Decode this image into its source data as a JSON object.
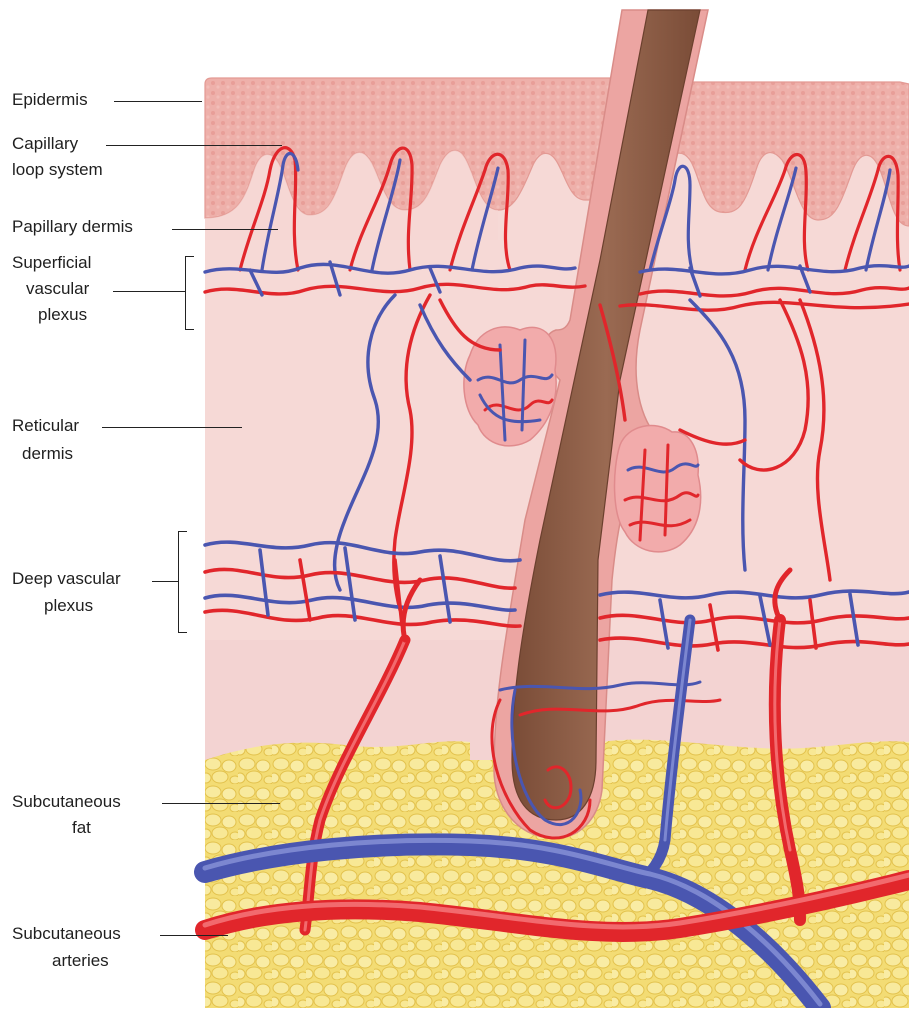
{
  "labels": {
    "epidermis": "Epidermis",
    "capillary_1": "Capillary",
    "capillary_2": "loop system",
    "papillary": "Papillary dermis",
    "superficial_1": "Superficial",
    "superficial_2": "vascular",
    "superficial_3": "plexus",
    "reticular_1": "Reticular",
    "reticular_2": "dermis",
    "deep_1": "Deep vascular",
    "deep_2": "plexus",
    "subfat_1": "Subcutaneous",
    "subfat_2": "fat",
    "subart_1": "Subcutaneous",
    "subart_2": "arteries"
  },
  "colors": {
    "epidermis": "#efb3ae",
    "epidermis_texture": "#e59b95",
    "dermis": "#f6d9d6",
    "papillary": "#f5d2cf",
    "fat": "#f4e07c",
    "fat_lobule": "#f8ea9c",
    "fat_outline": "#e6c64a",
    "hair": "#8a5a44",
    "follicle_sheath": "#eba3a0",
    "artery": "#e1262b",
    "vein": "#4a56b0",
    "gland": "#f0a8a8"
  }
}
